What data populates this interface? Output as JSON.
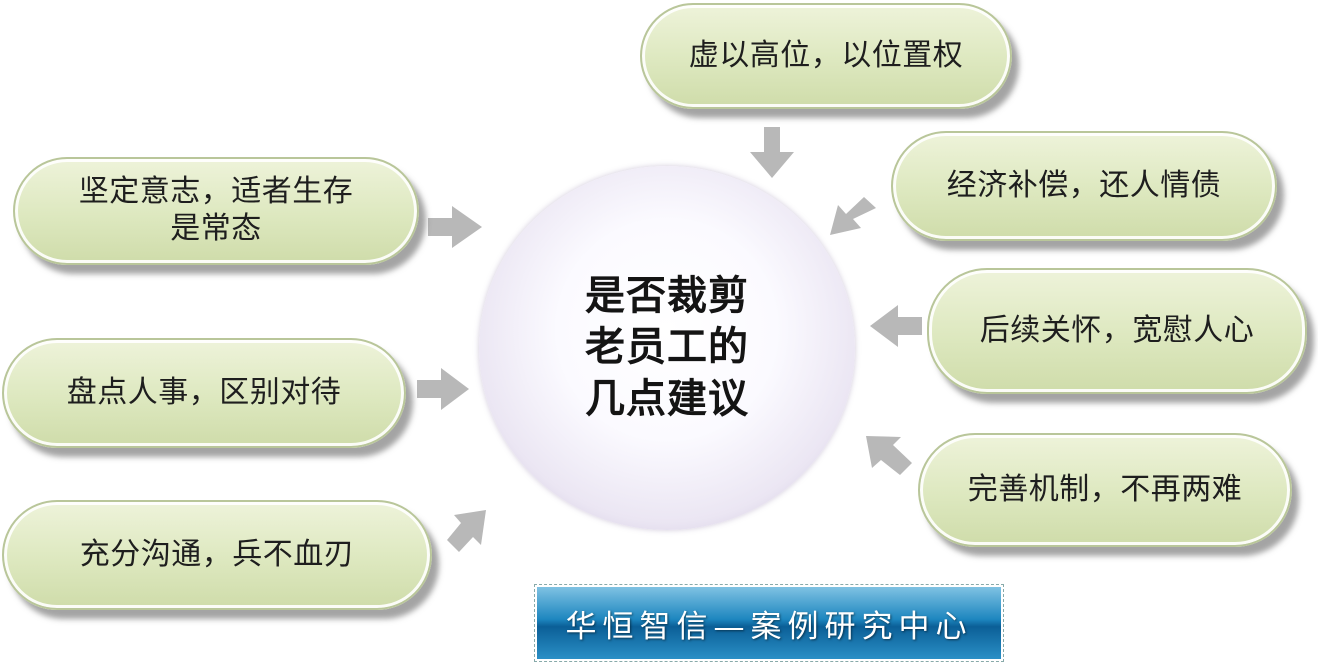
{
  "center": {
    "title": "是否裁剪\n老员工的\n几点建议"
  },
  "suggestions": [
    {
      "text": "虚以高位，以位置权"
    },
    {
      "text": "经济补偿，还人情债"
    },
    {
      "text": "后续关怀，宽慰人心"
    },
    {
      "text": "完善机制，不再两难"
    },
    {
      "text": "坚定意志，适者生存\n是常态"
    },
    {
      "text": "盘点人事，区别对待"
    },
    {
      "text": "充分沟通，兵不血刃"
    }
  ],
  "banner": {
    "text": "华恒智信—案例研究中心"
  },
  "colors": {
    "pill": "#dde8bf",
    "arrow": "#b8b8b8",
    "circle_edge": "#b3a6c9",
    "banner": "#1d86bf"
  }
}
